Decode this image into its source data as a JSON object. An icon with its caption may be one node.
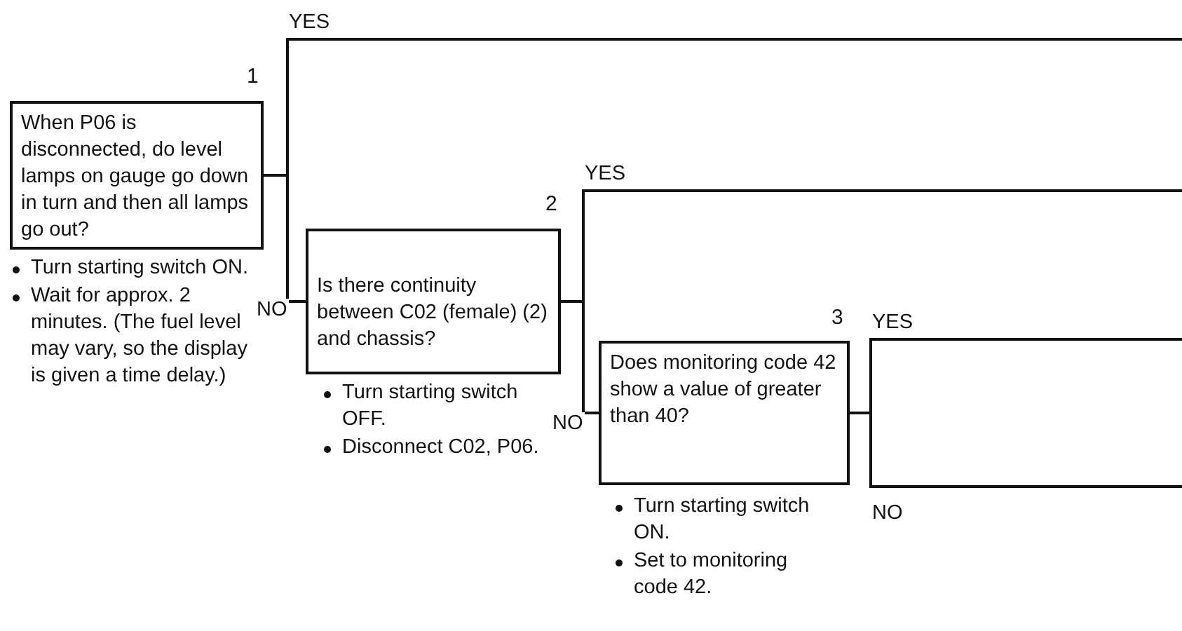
{
  "diagram": {
    "nodes": [
      {
        "text": [
          "When P06 is disconnected, do level lamps on gauge go down in turn and then all lamps go out?"
        ],
        "beside": [
          "1",
          "Turn starting switch ON.",
          "Wait for approx. 2 minutes. (The fuel level may vary, so the display is given a time delay.)"
        ]
      },
      {
        "text": [
          "Is there continuity between C02 (female) (2) and chassis?"
        ],
        "beside": [
          "2",
          "Turn starting switch OFF.",
          "Disconnect C02, P06."
        ]
      },
      {
        "text": [
          "Does monitoring code 42 show a value of greater than 40?"
        ],
        "beside": [
          "3",
          "Turn starting switch ON.",
          "Set to monitoring code 42."
        ]
      }
    ],
    "edges": [
      {
        "from": 0,
        "to": null,
        "arrow": "none",
        "label": "YES"
      },
      {
        "from": 0,
        "to": 1,
        "arrow": "none",
        "label": "NO"
      },
      {
        "from": 1,
        "to": null,
        "arrow": "none",
        "label": "YES"
      },
      {
        "from": 1,
        "to": 2,
        "arrow": "none",
        "label": "NO"
      },
      {
        "from": 2,
        "to": null,
        "arrow": "none",
        "label": "YES"
      },
      {
        "from": 2,
        "to": null,
        "arrow": "none",
        "label": "NO"
      }
    ]
  }
}
